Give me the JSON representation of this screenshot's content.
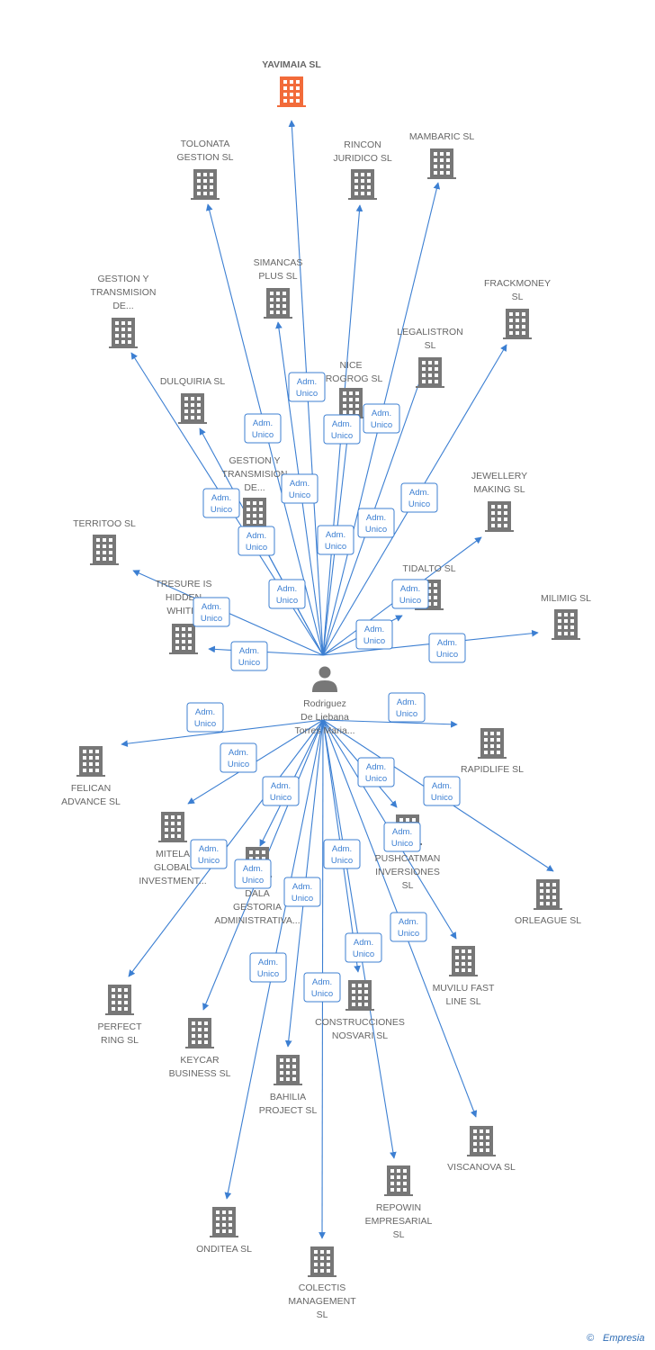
{
  "colors": {
    "edge": "#3c7fd2",
    "building": "#777777",
    "highlight": "#f26b3a",
    "person": "#777777",
    "label": "#666666"
  },
  "role_label": [
    "Adm.",
    "Unico"
  ],
  "person": {
    "name_lines": [
      "Rodriguez",
      "De Liebana",
      "Torres Maria..."
    ],
    "icon": "person-icon"
  },
  "companies": [
    {
      "id": "yavimaia",
      "lines": [
        "YAVIMAIA  SL"
      ],
      "highlight": true
    },
    {
      "id": "tolonata",
      "lines": [
        "TOLONATA",
        "GESTION  SL"
      ]
    },
    {
      "id": "rincon",
      "lines": [
        "RINCON",
        "JURIDICO SL"
      ]
    },
    {
      "id": "mambaric",
      "lines": [
        "MAMBARIC  SL"
      ]
    },
    {
      "id": "simancas",
      "lines": [
        "SIMANCAS",
        "PLUS  SL"
      ]
    },
    {
      "id": "gestion1",
      "lines": [
        "GESTION Y",
        "TRANSMISION",
        "DE..."
      ]
    },
    {
      "id": "frackmoney",
      "lines": [
        "FRACKMONEY",
        "SL"
      ]
    },
    {
      "id": "legalistron",
      "lines": [
        "LEGALISTRON",
        "SL"
      ]
    },
    {
      "id": "nice",
      "lines": [
        "NICE",
        "PROGROG  SL"
      ]
    },
    {
      "id": "dulquiria",
      "lines": [
        "DULQUIRIA  SL"
      ]
    },
    {
      "id": "gestion2",
      "lines": [
        "GESTION Y",
        "TRANSMISION",
        "DE..."
      ]
    },
    {
      "id": "jewellery",
      "lines": [
        "JEWELLERY",
        "MAKING  SL"
      ]
    },
    {
      "id": "territoo",
      "lines": [
        "TERRITOO  SL"
      ]
    },
    {
      "id": "tidalto",
      "lines": [
        "TIDALTO  SL"
      ]
    },
    {
      "id": "tresure",
      "lines": [
        "TRESURE IS",
        "HIDDEN",
        "WHITIN"
      ]
    },
    {
      "id": "milimig",
      "lines": [
        "MILIMIG  SL"
      ]
    },
    {
      "id": "felican",
      "lines": [
        "FELICAN",
        "ADVANCE  SL"
      ]
    },
    {
      "id": "rapidlife",
      "lines": [
        "RAPIDLIFE  SL"
      ]
    },
    {
      "id": "mitela",
      "lines": [
        "MITELA",
        "GLOBAL",
        "INVESTMENT..."
      ]
    },
    {
      "id": "pushcatman",
      "lines": [
        "PUSHCATMAN",
        "INVERSIONES",
        "SL"
      ]
    },
    {
      "id": "dala",
      "lines": [
        "DALA",
        "GESTORIA",
        "ADMINISTRATIVA..."
      ]
    },
    {
      "id": "orleague",
      "lines": [
        "ORLEAGUE  SL"
      ]
    },
    {
      "id": "muvilu",
      "lines": [
        "MUVILU FAST",
        "LINE  SL"
      ]
    },
    {
      "id": "perfect",
      "lines": [
        "PERFECT",
        "RING  SL"
      ]
    },
    {
      "id": "construcciones",
      "lines": [
        "CONSTRUCCIONES",
        "NOSVARI SL"
      ]
    },
    {
      "id": "keycar",
      "lines": [
        "KEYCAR",
        "BUSINESS  SL"
      ]
    },
    {
      "id": "bahilia",
      "lines": [
        "BAHILIA",
        "PROJECT  SL"
      ]
    },
    {
      "id": "viscanova",
      "lines": [
        "VISCANOVA  SL"
      ]
    },
    {
      "id": "repowin",
      "lines": [
        "REPOWIN",
        "EMPRESARIAL",
        "SL"
      ]
    },
    {
      "id": "onditea",
      "lines": [
        "ONDITEA  SL"
      ]
    },
    {
      "id": "colectis",
      "lines": [
        "COLECTIS",
        "MANAGEMENT",
        "SL"
      ]
    }
  ],
  "footer": {
    "copyright": "©",
    "brand": "Empresia"
  }
}
